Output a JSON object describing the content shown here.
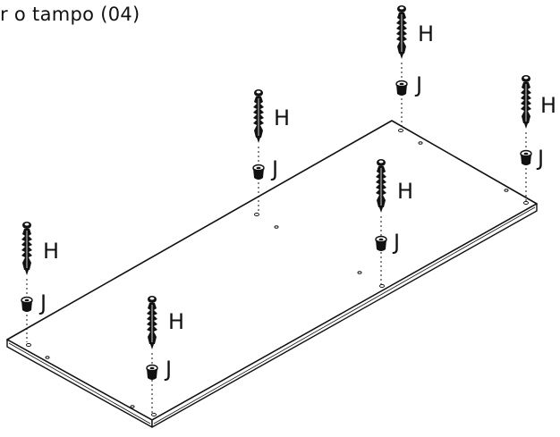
{
  "caption": "r o tampo (04)",
  "parts": {
    "dowel_label": "H",
    "nut_label": "J"
  },
  "colors": {
    "ink": "#111111",
    "board": "#ffffff"
  }
}
